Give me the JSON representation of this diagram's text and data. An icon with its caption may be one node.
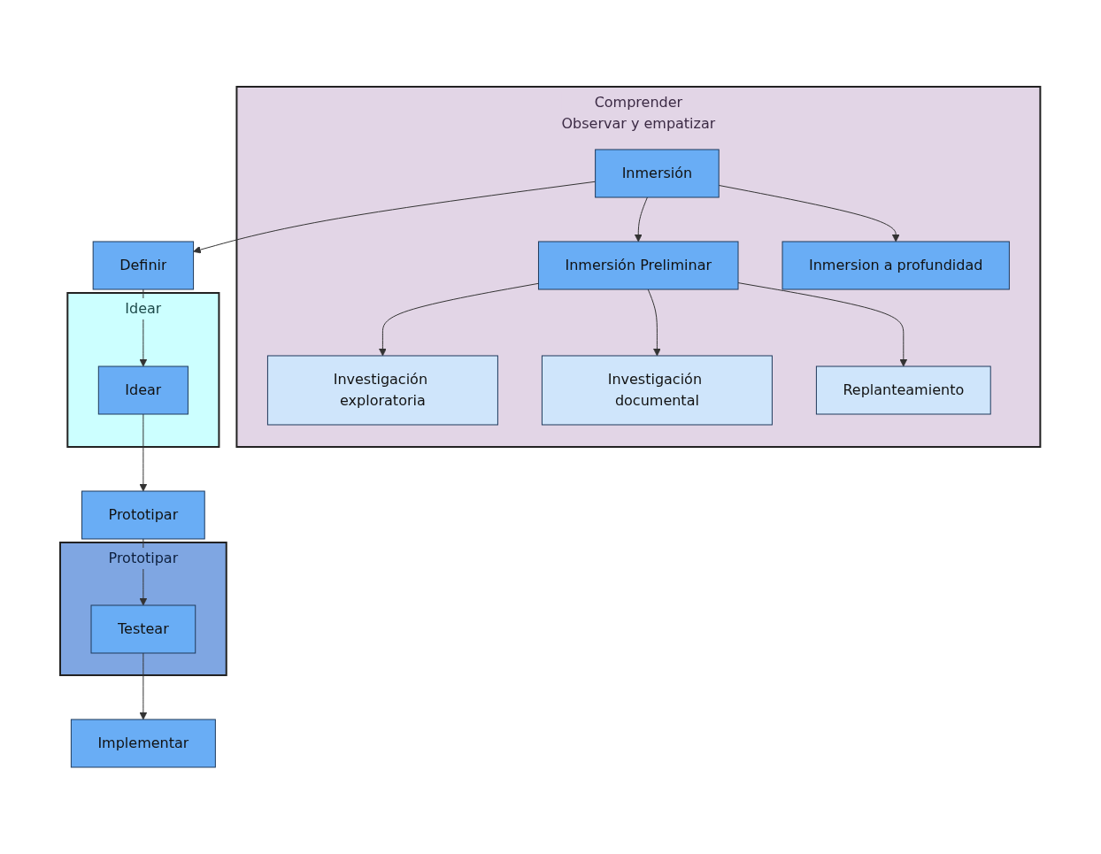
{
  "diagram": {
    "nodes": [
      {
        "text": [
          "Comprender",
          "Observar y empatizar"
        ]
      },
      {
        "text": [
          "Inmersión"
        ],
        "in": 0
      },
      {
        "text": [
          "Inmersión Preliminar"
        ],
        "in": 0
      },
      {
        "text": [
          "Inmersion a profundidad"
        ],
        "in": 0
      },
      {
        "text": [
          "Investigación exploratoria"
        ],
        "in": 0
      },
      {
        "text": [
          "Investigación documental"
        ],
        "in": 0
      },
      {
        "text": [
          "Replanteamiento"
        ],
        "in": 0
      },
      {
        "text": [
          "Definir"
        ]
      },
      {
        "text": [
          "Idear"
        ]
      },
      {
        "text": [
          "Idear"
        ],
        "in": 8
      },
      {
        "text": [
          "Prototipar"
        ]
      },
      {
        "text": [
          "Prototipar"
        ]
      },
      {
        "text": [
          "Testear"
        ],
        "in": 11
      },
      {
        "text": [
          "Implementar"
        ]
      }
    ],
    "edges": [
      {
        "from": 1,
        "to": 2,
        "arrow": "to"
      },
      {
        "from": 1,
        "to": 3,
        "arrow": "to"
      },
      {
        "from": 2,
        "to": 4,
        "arrow": "to"
      },
      {
        "from": 2,
        "to": 5,
        "arrow": "to"
      },
      {
        "from": 2,
        "to": 6,
        "arrow": "to"
      },
      {
        "from": 1,
        "to": 7,
        "arrow": "to"
      },
      {
        "from": 7,
        "to": 9,
        "arrow": "to"
      },
      {
        "from": 9,
        "to": 10,
        "arrow": "to"
      },
      {
        "from": 10,
        "to": 12,
        "arrow": "to"
      },
      {
        "from": 12,
        "to": 13,
        "arrow": "to"
      }
    ]
  }
}
